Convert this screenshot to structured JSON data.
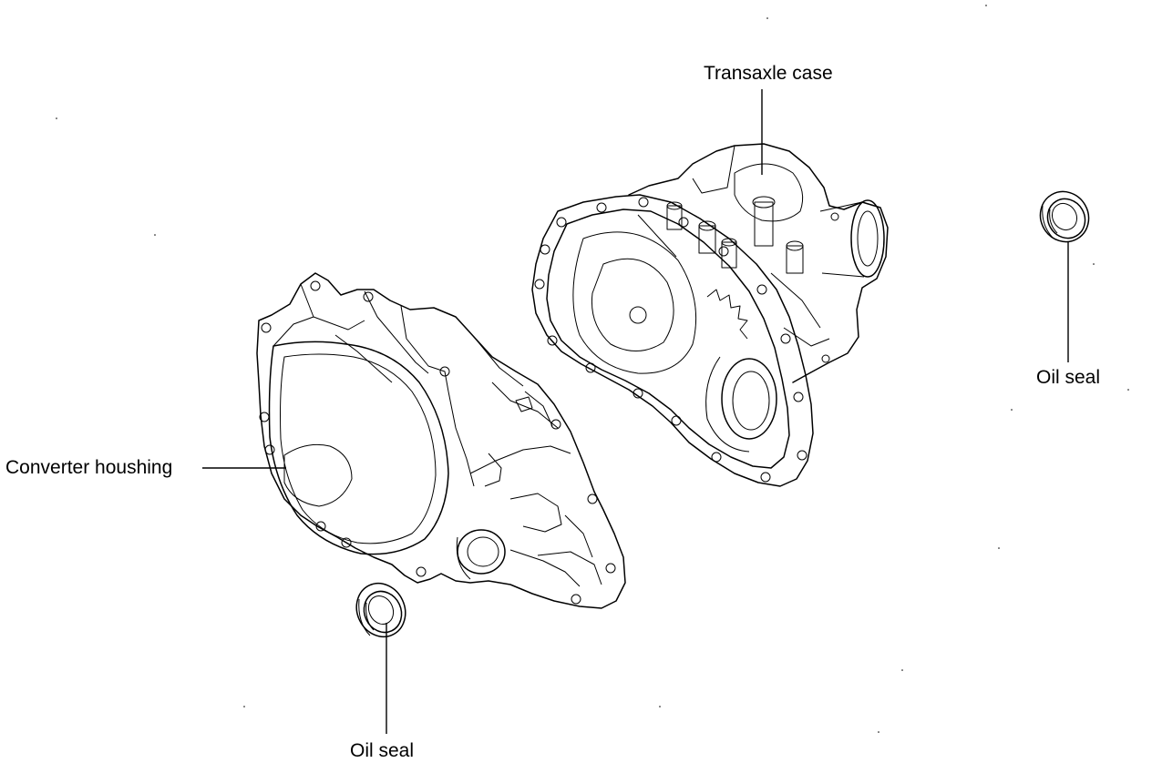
{
  "diagram": {
    "labels": {
      "transaxle_case": "Transaxle case",
      "converter_housing": "Converter houshing",
      "oil_seal_right": "Oil seal",
      "oil_seal_bottom": "Oil seal"
    },
    "parts": [
      "transaxle-case-drawing",
      "converter-housing-drawing",
      "oil-seal-right-drawing",
      "oil-seal-bottom-drawing"
    ]
  }
}
